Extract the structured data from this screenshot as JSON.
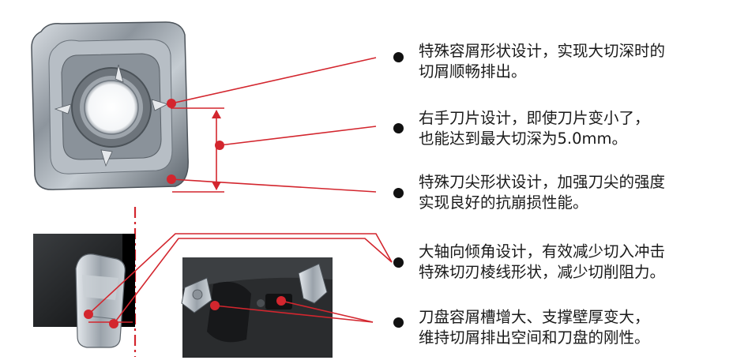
{
  "colors": {
    "callout_line": "#d3262e",
    "callout_dot": "#d3262e",
    "bullet": "#111111",
    "text": "#1a1a1a"
  },
  "features": [
    {
      "lines": [
        "特殊容屑形状设计，实现大切深时的",
        "切屑顺畅排出。"
      ]
    },
    {
      "lines": [
        "右手刀片设计，即使刀片变小了，",
        "也能达到最大切深为5.0mm。"
      ]
    },
    {
      "lines": [
        "特殊刀尖形状设计，加强刀尖的强度",
        "实现良好的抗崩损性能。"
      ]
    },
    {
      "lines": [
        "大轴向倾角设计，有效减少切入冲击",
        "特殊切刃棱线形状，减少切削阻力。"
      ]
    },
    {
      "lines": [
        "刀盘容屑槽增大、支撑壁厚变大，",
        "维持切屑排出空间和刀盘的刚性。"
      ]
    }
  ]
}
